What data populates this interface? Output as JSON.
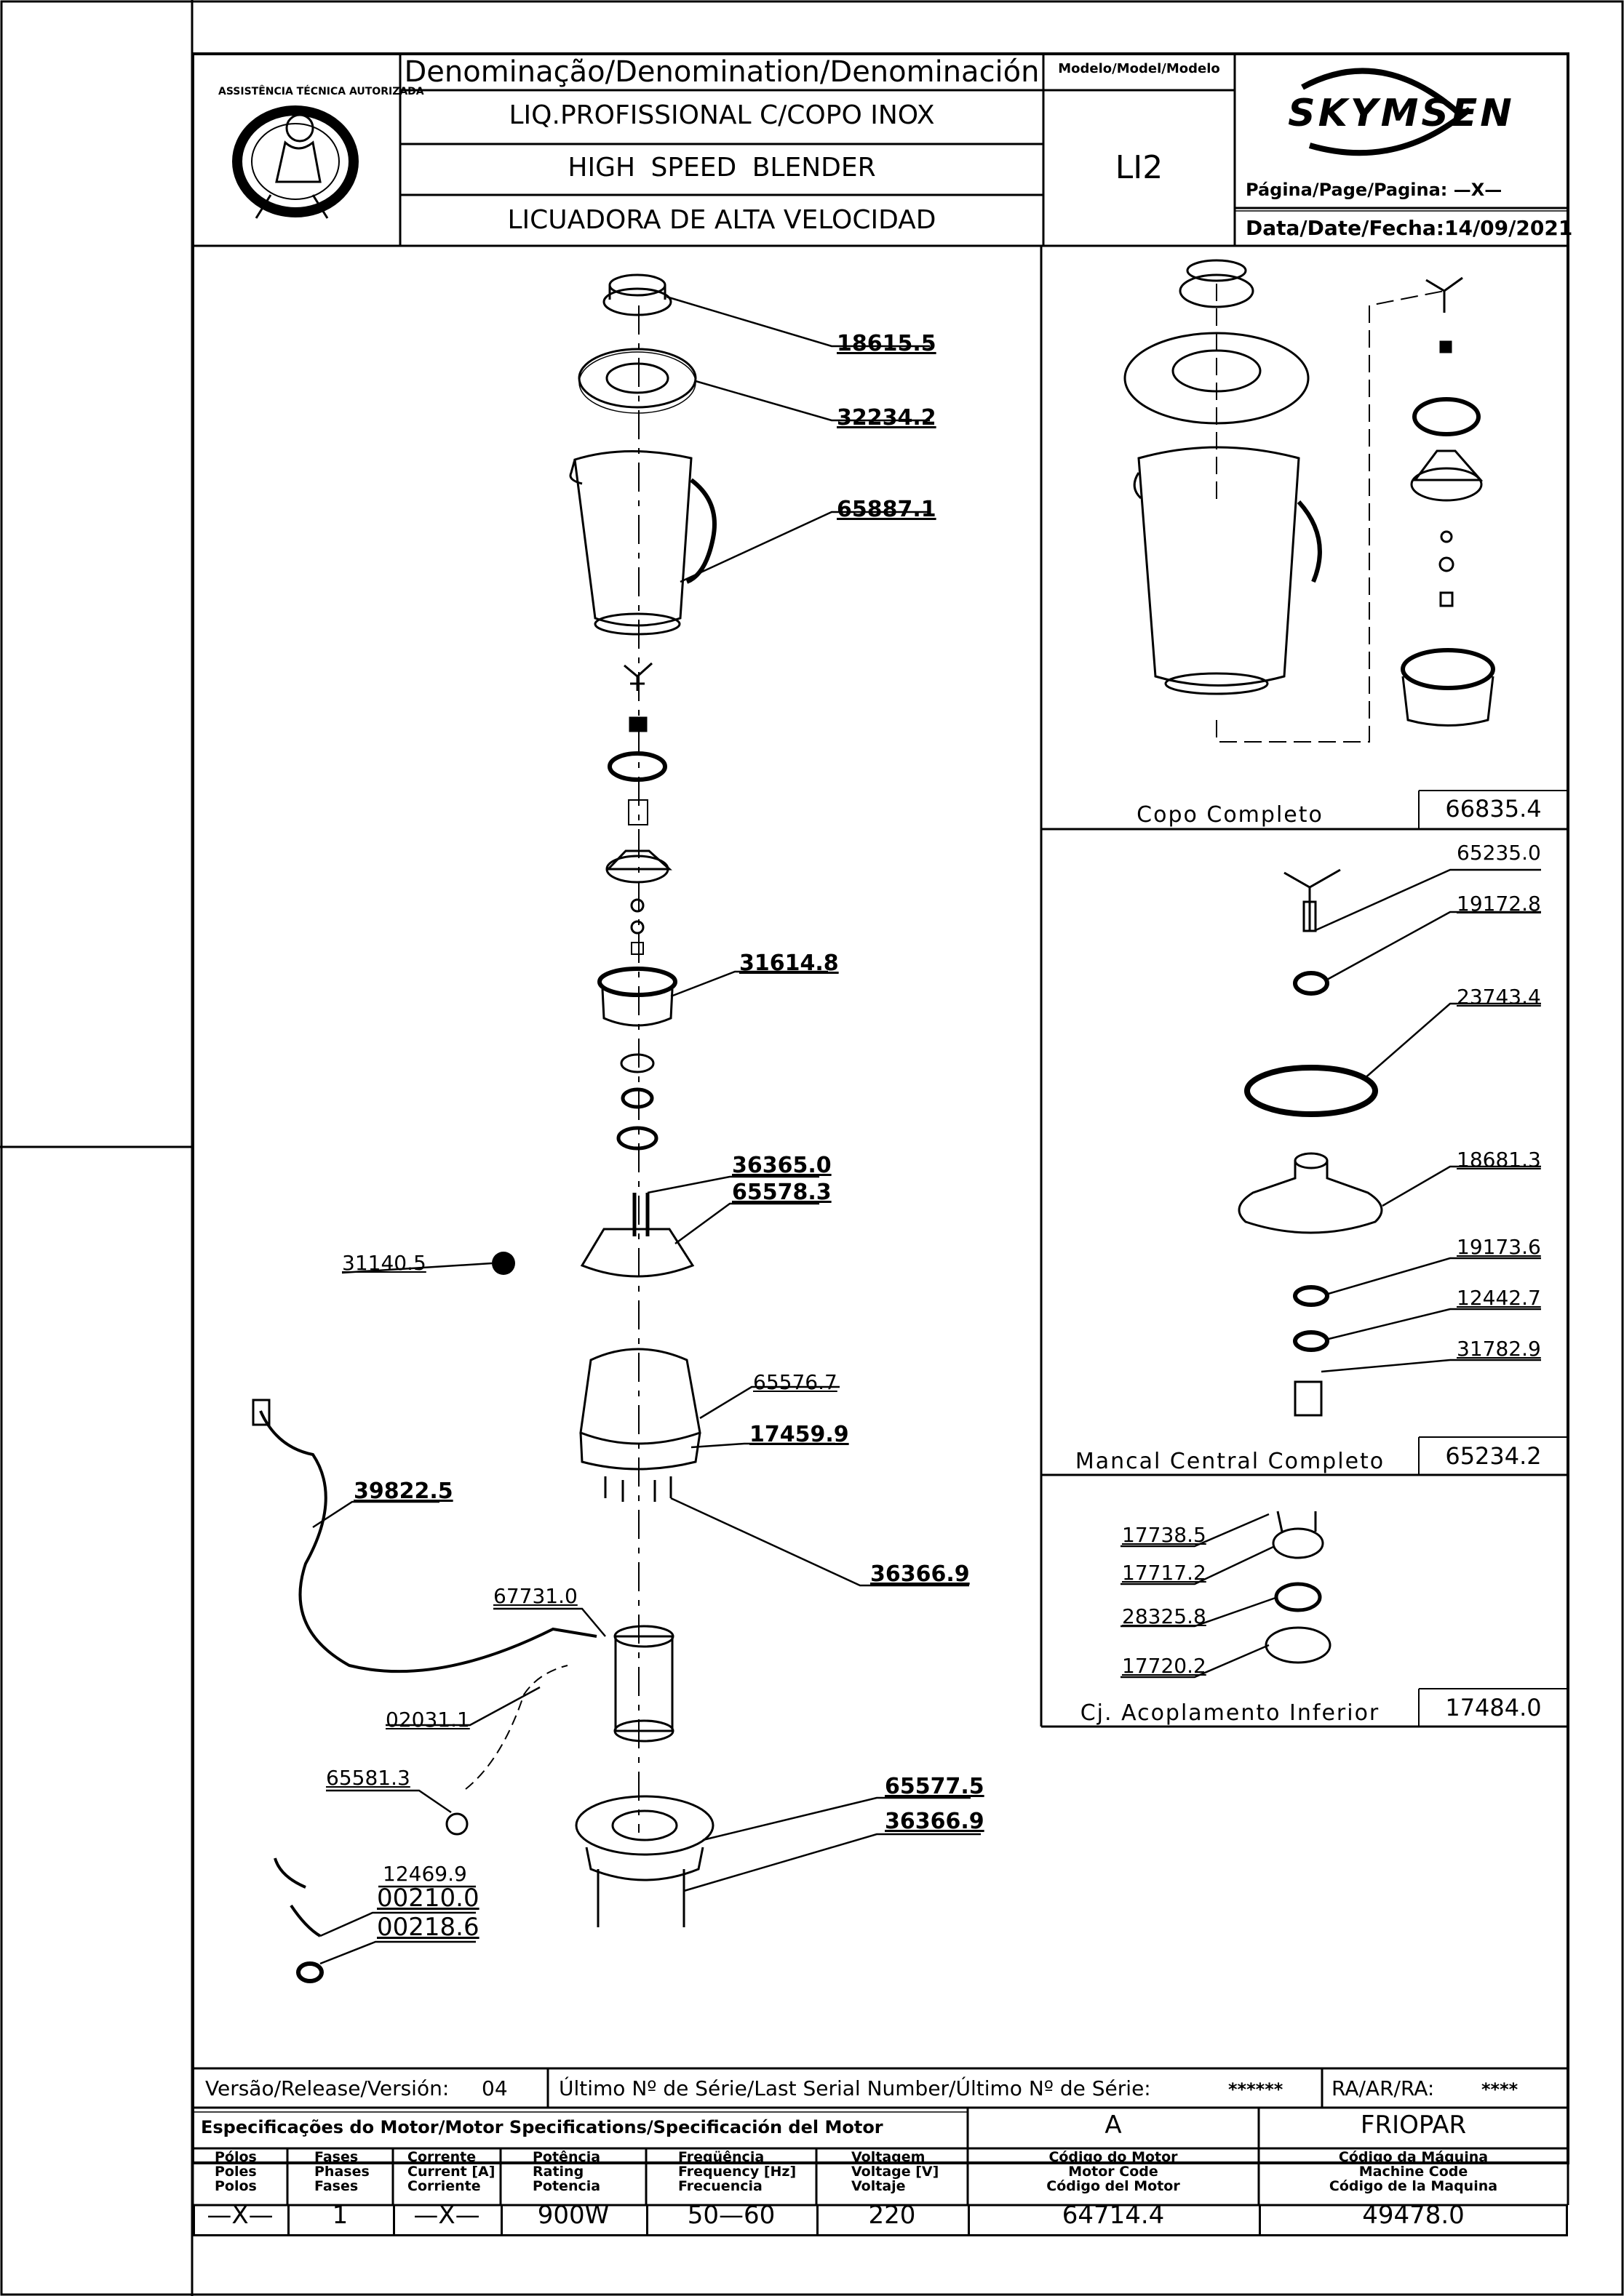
{
  "header": {
    "denomination_label": "Denominação/Denomination/Denominación",
    "model_label": "Modelo/Model/Modelo",
    "name_pt": "LIQ.PROFISSIONAL C/COPO INOX",
    "name_en": "HIGH SPEED BLENDER",
    "name_es": "LICUADORA DE ALTA VELOCIDAD",
    "model": "LI2",
    "brand": "SKYMSEN",
    "page_label": "Página/Page/Pagina: —X—",
    "date_label": "Data/Date/Fecha:14/09/2021",
    "seal_text": "ASSISTÊNCIA TÉCNICA AUTORIZADA"
  },
  "parts": [
    {
      "code": "18615.5"
    },
    {
      "code": "32234.2"
    },
    {
      "code": "65887.1"
    },
    {
      "code": "31614.8"
    },
    {
      "code": "36365.0"
    },
    {
      "code": "65578.3"
    },
    {
      "code": "31140.5"
    },
    {
      "code": "65576.7"
    },
    {
      "code": "17459.9"
    },
    {
      "code": "39822.5"
    },
    {
      "code": "36366.9"
    },
    {
      "code": "67731.0"
    },
    {
      "code": "02031.1"
    },
    {
      "code": "65581.3"
    },
    {
      "code": "65577.5"
    },
    {
      "code": "36366.9"
    },
    {
      "code": "12469.9"
    },
    {
      "code": "00210.0"
    },
    {
      "code": "00218.6"
    }
  ],
  "subassemblies": {
    "copo": {
      "name": "Copo Completo",
      "code": "66835.4"
    },
    "mancal": {
      "name": "Mancal Central Completo",
      "code": "65234.2",
      "parts": [
        "65235.0",
        "19172.8",
        "23743.4",
        "18681.3",
        "19173.6",
        "12442.7",
        "31782.9"
      ]
    },
    "acoplamento": {
      "name": "Cj. Acoplamento Inferior",
      "code": "17484.0",
      "parts": [
        "17738.5",
        "17717.2",
        "28325.8",
        "17720.2"
      ]
    }
  },
  "footer": {
    "version_label": "Versão/Release/Versión:",
    "version": "04",
    "serial_label": "Último Nº de Série/Last Serial Number/Último Nº de Série:",
    "serial_value": "******",
    "ra_label": "RA/AR/RA:",
    "ra_value": "****",
    "motor_spec_label": "Especificações do Motor/Motor Specifications/Specificación del Motor",
    "motor_class": "A",
    "supplier": "FRIOPAR",
    "columns": [
      {
        "h1": "Pólos",
        "h2": "Poles",
        "h3": "Polos",
        "value": "—X—"
      },
      {
        "h1": "Fases",
        "h2": "Phases",
        "h3": "Fases",
        "value": "1"
      },
      {
        "h1": "Corrente",
        "h2": "Current [A]",
        "h3": "Corriente",
        "value": "—X—"
      },
      {
        "h1": "Potência",
        "h2": "Rating",
        "h3": "Potencia",
        "value": "900W"
      },
      {
        "h1": "Freqüência",
        "h2": "Frequency [Hz]",
        "h3": "Frecuencia",
        "value": "50—60"
      },
      {
        "h1": "Voltagem",
        "h2": "Voltage [V]",
        "h3": "Voltaje",
        "value": "220"
      },
      {
        "h1": "Código do Motor",
        "h2": "Motor Code",
        "h3": "Código del Motor",
        "value": "64714.4"
      },
      {
        "h1": "Código da Máquina",
        "h2": "Machine Code",
        "h3": "Código de la Maquina",
        "value": "49478.0"
      }
    ]
  }
}
